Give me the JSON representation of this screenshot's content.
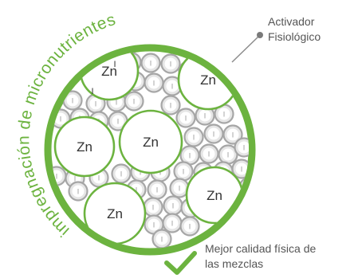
{
  "curved_title": "impregnación de micronutrientes",
  "activator_label": {
    "line1": "Activador",
    "line2": "Fisiológico"
  },
  "quality_label": {
    "line1": "Mejor calidad física de",
    "line2": "las mezclas"
  },
  "zn_label": "Zn",
  "small_granule_mark": "I",
  "colors": {
    "green": "#6cb33f",
    "granule_gray": "#a6a6a6",
    "granule_fill": "#e6e6e6",
    "text_gray": "#555555",
    "pointer_gray": "#8c8c8c",
    "check_green": "#6cb33f"
  },
  "icons": {
    "check": "check-icon",
    "pointer": "pointer-dot-icon"
  }
}
